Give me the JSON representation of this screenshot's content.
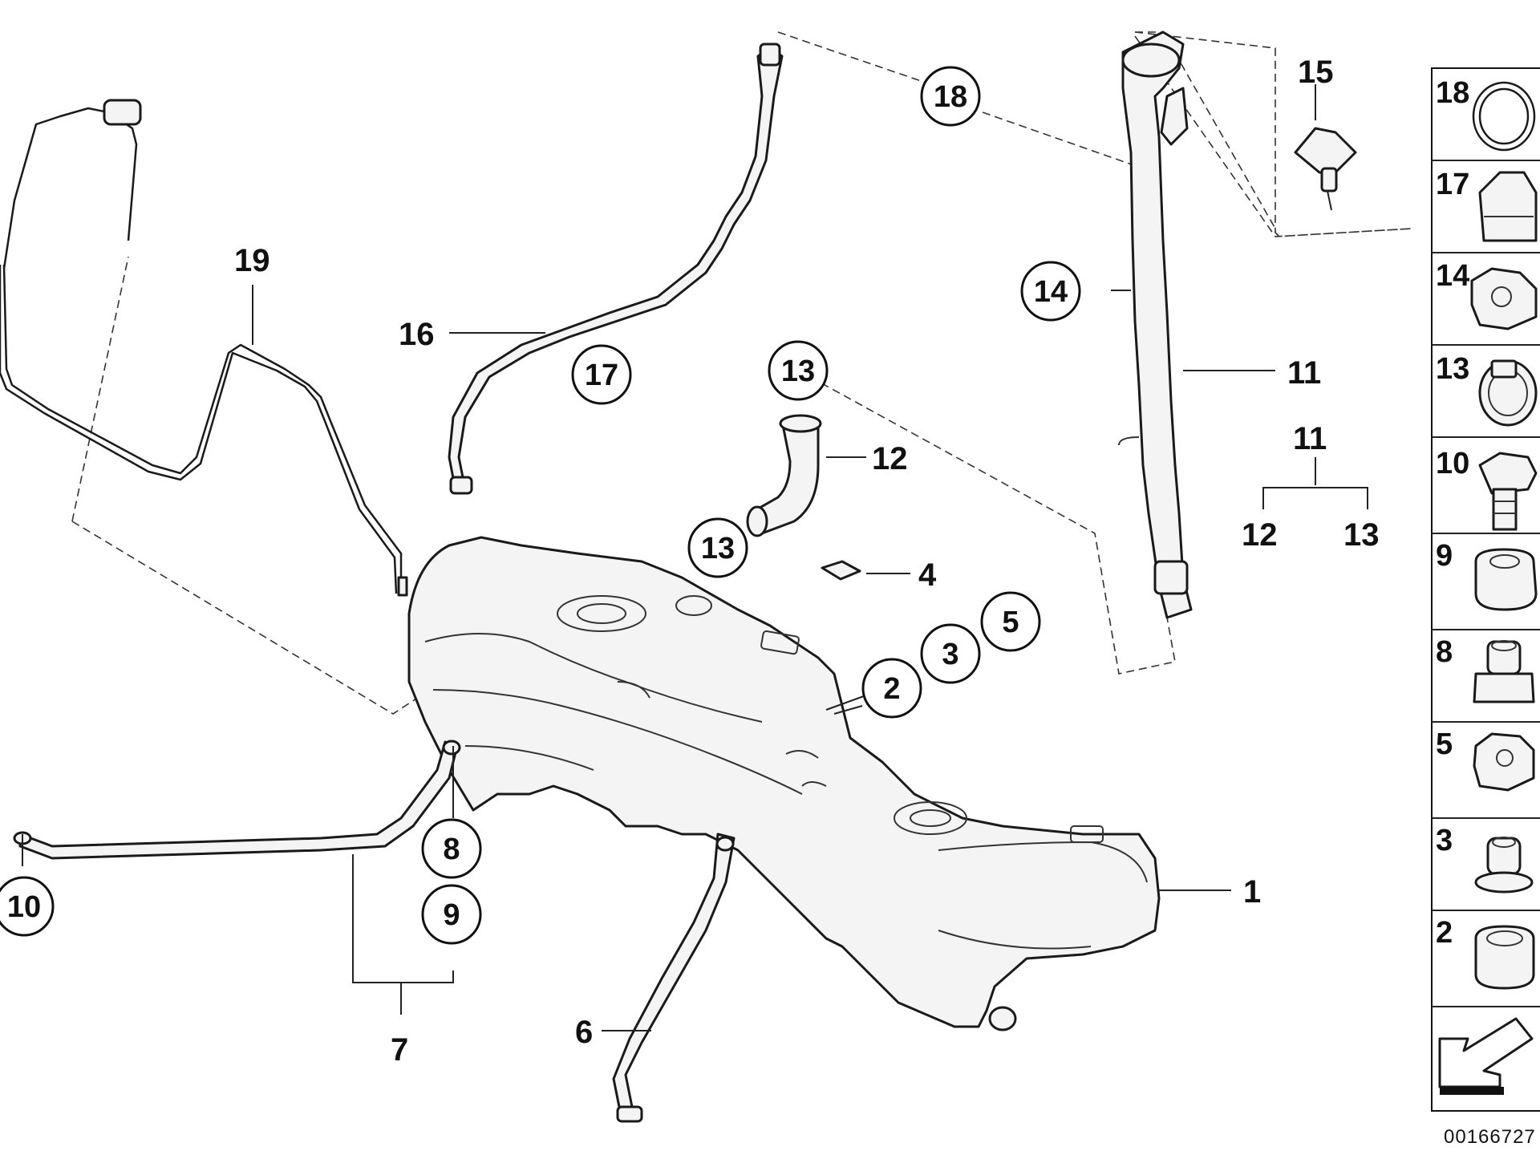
{
  "labels": {
    "p1": "1",
    "p2": "2",
    "p3": "3",
    "p4": "4",
    "p5": "5",
    "p6": "6",
    "p7": "7",
    "p8": "8",
    "p9": "9",
    "p10": "10",
    "p11a": "11",
    "p11b": "11",
    "p12a": "12",
    "p12b": "12",
    "p13a": "13",
    "p13b": "13",
    "p13c": "13",
    "p14": "14",
    "p15": "15",
    "p16": "16",
    "p17": "17",
    "p18": "18",
    "p19": "19"
  },
  "legend": [
    "18",
    "17",
    "14",
    "13",
    "10",
    "9",
    "8",
    "5",
    "3",
    "2"
  ],
  "doc_id": "00166727"
}
